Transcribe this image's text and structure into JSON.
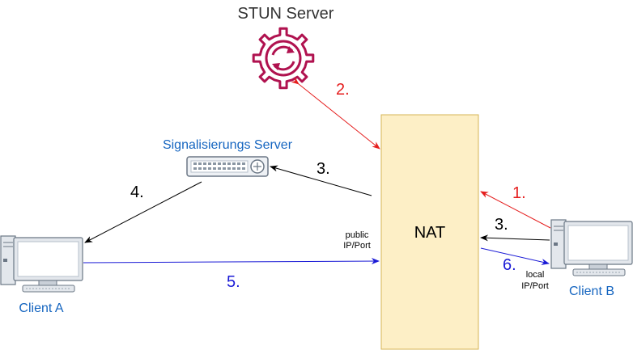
{
  "labels": {
    "stun_server": "STUN Server",
    "signaling_server": "Signalisierungs Server",
    "nat": "NAT",
    "client_a": "Client A",
    "client_b": "Client B",
    "public_ip_line1": "public",
    "public_ip_line2": "IP/Port",
    "local_ip_line1": "local",
    "local_ip_line2": "IP/Port"
  },
  "steps": {
    "step1": "1.",
    "step2": "2.",
    "step3_signal": "3.",
    "step3_nat": "3.",
    "step4": "4.",
    "step5": "5.",
    "step6": "6."
  },
  "icons": {
    "stun": "gear-sync-icon",
    "signaling": "network-switch-icon",
    "client_a": "desktop-computer-icon",
    "client_b": "desktop-computer-icon"
  },
  "colors": {
    "stun_icon": "#b0124f",
    "signaling_label": "#1565c0",
    "client_label": "#1565c0",
    "nat_fill": "#fdefc6",
    "nat_stroke": "#d6b656",
    "arrow_red": "#e51e1e",
    "arrow_blue": "#1a1ad6",
    "arrow_black": "#000000"
  }
}
